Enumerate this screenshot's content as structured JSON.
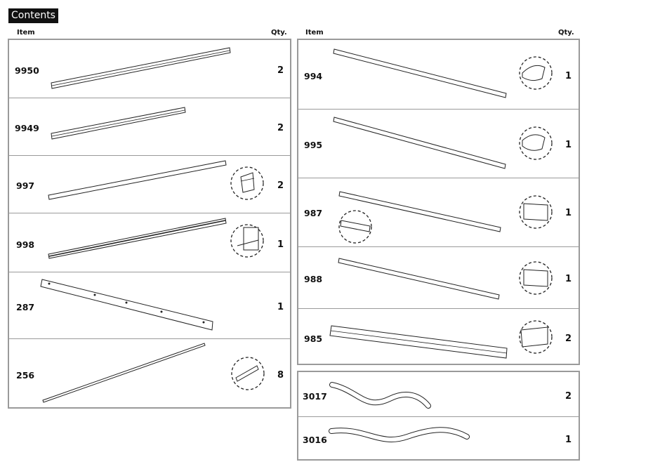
{
  "title": "Contents",
  "headers": {
    "left_item": "Item",
    "left_qty": "Qty.",
    "right_item": "Item",
    "right_qty": "Qty."
  },
  "left_items": [
    {
      "code": "9950",
      "qty": "2"
    },
    {
      "code": "9949",
      "qty": "2"
    },
    {
      "code": "997",
      "qty": "2"
    },
    {
      "code": "998",
      "qty": "1"
    },
    {
      "code": "287",
      "qty": "1"
    },
    {
      "code": "256",
      "qty": "8"
    }
  ],
  "right_items": [
    {
      "code": "994",
      "qty": "1"
    },
    {
      "code": "995",
      "qty": "1"
    },
    {
      "code": "987",
      "qty": "1"
    },
    {
      "code": "988",
      "qty": "1"
    },
    {
      "code": "985",
      "qty": "2"
    }
  ],
  "bottom_items": [
    {
      "code": "3017",
      "qty": "2"
    },
    {
      "code": "3016",
      "qty": "1"
    }
  ]
}
